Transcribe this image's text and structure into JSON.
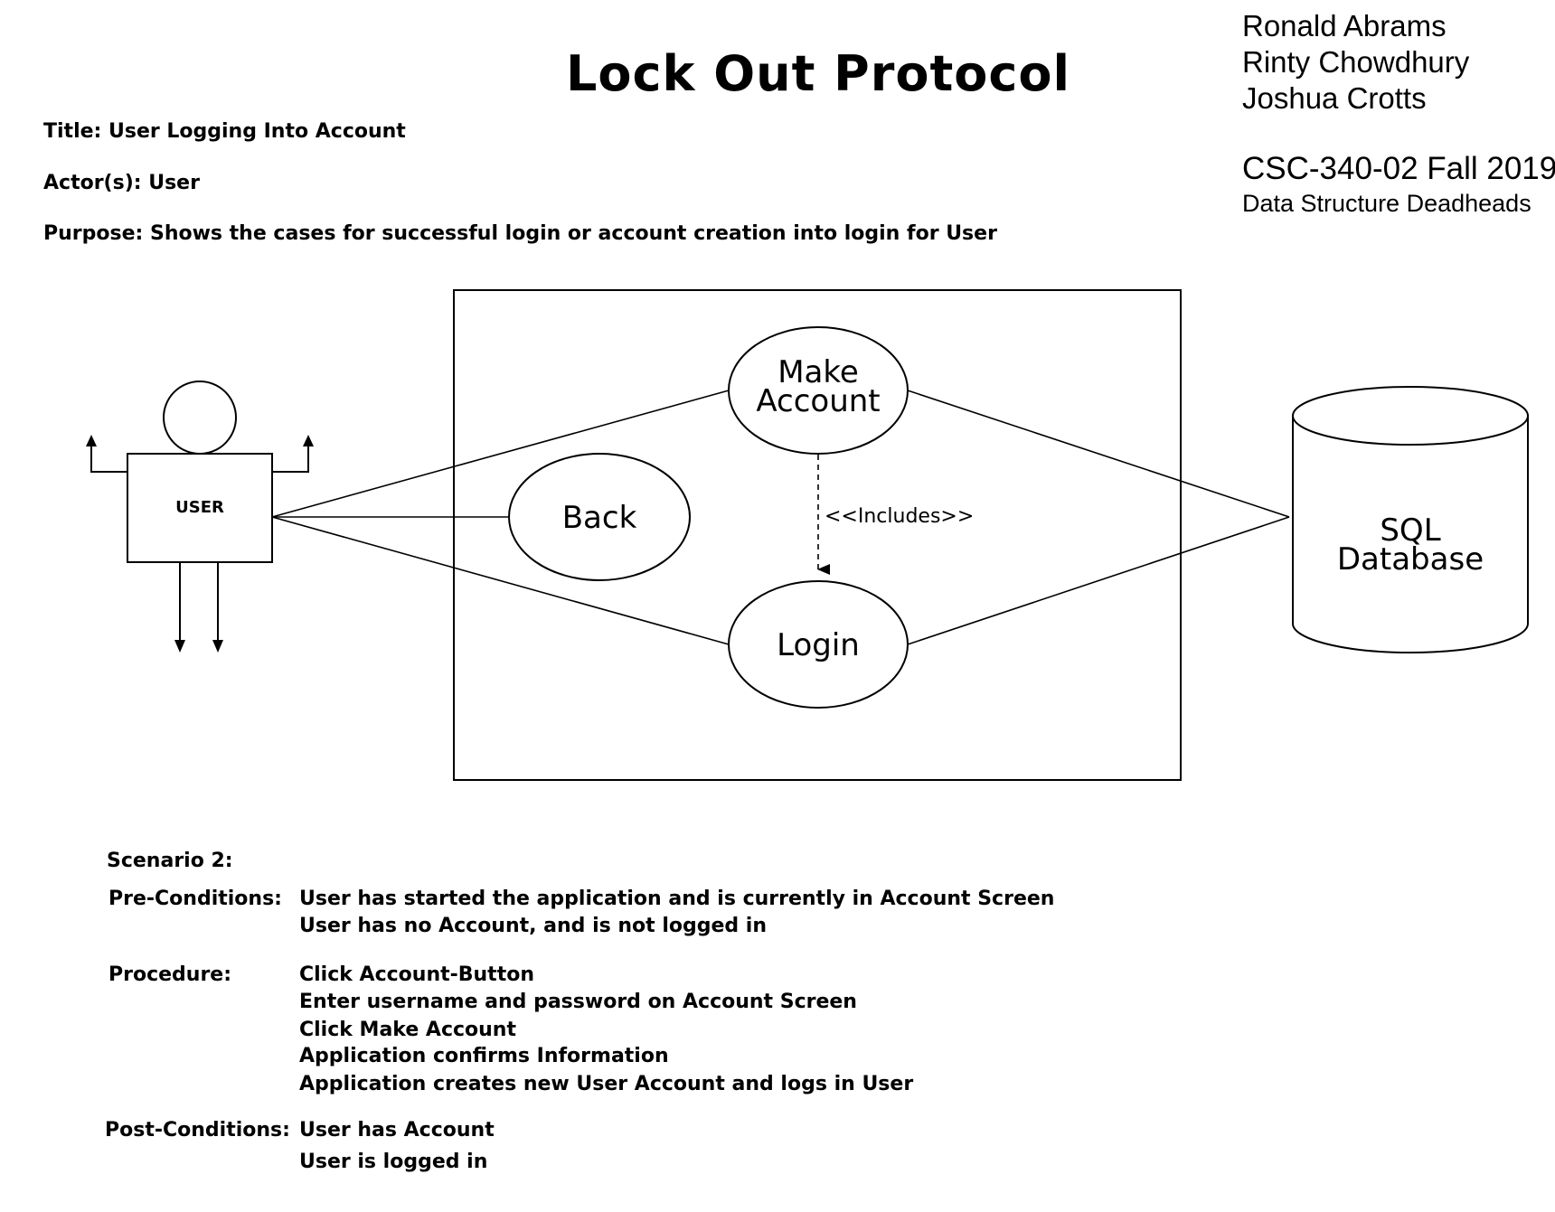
{
  "header": {
    "title": "Lock Out Protocol",
    "authors": [
      "Ronald Abrams",
      "Rinty Chowdhury",
      "Joshua Crotts"
    ],
    "course": "CSC-340-02 Fall 2019",
    "team": "Data Structure Deadheads"
  },
  "meta": {
    "title_line": "Title: User Logging Into Account",
    "actors_line": "Actor(s): User",
    "purpose_line": "Purpose: Shows the cases for successful login or account creation into login for User"
  },
  "diagram": {
    "actor_label": "USER",
    "use_cases": {
      "make_account": [
        "Make",
        "Account"
      ],
      "back": "Back",
      "login": "Login"
    },
    "includes_label": "<<Includes>>",
    "database": [
      "SQL",
      "Database"
    ]
  },
  "scenario": {
    "heading": "Scenario 2:",
    "pre_label": "Pre-Conditions:",
    "pre": [
      "User has started the application and is currently in Account Screen",
      "User has no Account, and is not logged in"
    ],
    "proc_label": "Procedure:",
    "procedure": [
      "Click Account-Button",
      "Enter username and password on Account Screen",
      "Click Make Account",
      "Application confirms Information",
      "Application creates new User Account and logs in User"
    ],
    "post_label": "Post-Conditions:",
    "post": [
      "User has Account",
      "User is logged in"
    ]
  }
}
